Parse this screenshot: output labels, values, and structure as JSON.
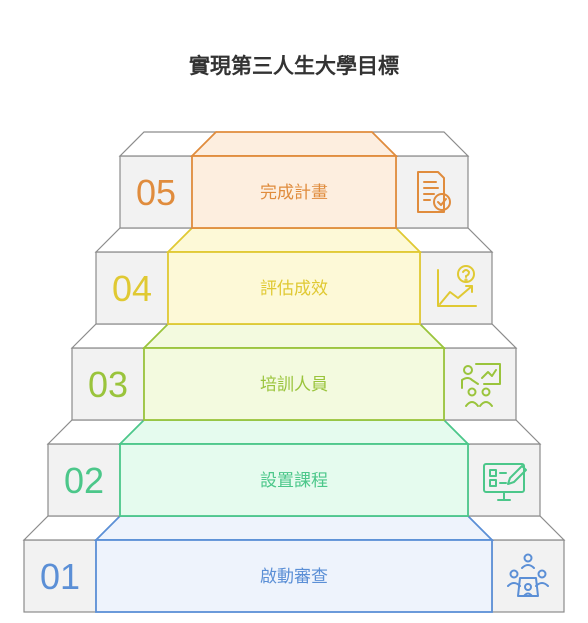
{
  "title": "實現第三人生大學目標",
  "steps": [
    {
      "number": "01",
      "label": "啟動審查",
      "icon": "meeting-group-icon",
      "color": "#5b8fd6",
      "fill": "#eef3fc"
    },
    {
      "number": "02",
      "label": "設置課程",
      "icon": "computer-edit-icon",
      "color": "#4cc78a",
      "fill": "#e5fbee"
    },
    {
      "number": "03",
      "label": "培訓人員",
      "icon": "teacher-students-icon",
      "color": "#9ac43c",
      "fill": "#f3fadf"
    },
    {
      "number": "04",
      "label": "評估成效",
      "icon": "growth-question-chart-icon",
      "color": "#e0c933",
      "fill": "#fdf9d7"
    },
    {
      "number": "05",
      "label": "完成計畫",
      "icon": "document-check-icon",
      "color": "#e08c3d",
      "fill": "#fdeedf"
    }
  ],
  "colors": {
    "step_side": "#f2f2f2",
    "step_top": "#ffffff",
    "step_border": "#8c8c8c",
    "number_text": "#888888"
  }
}
